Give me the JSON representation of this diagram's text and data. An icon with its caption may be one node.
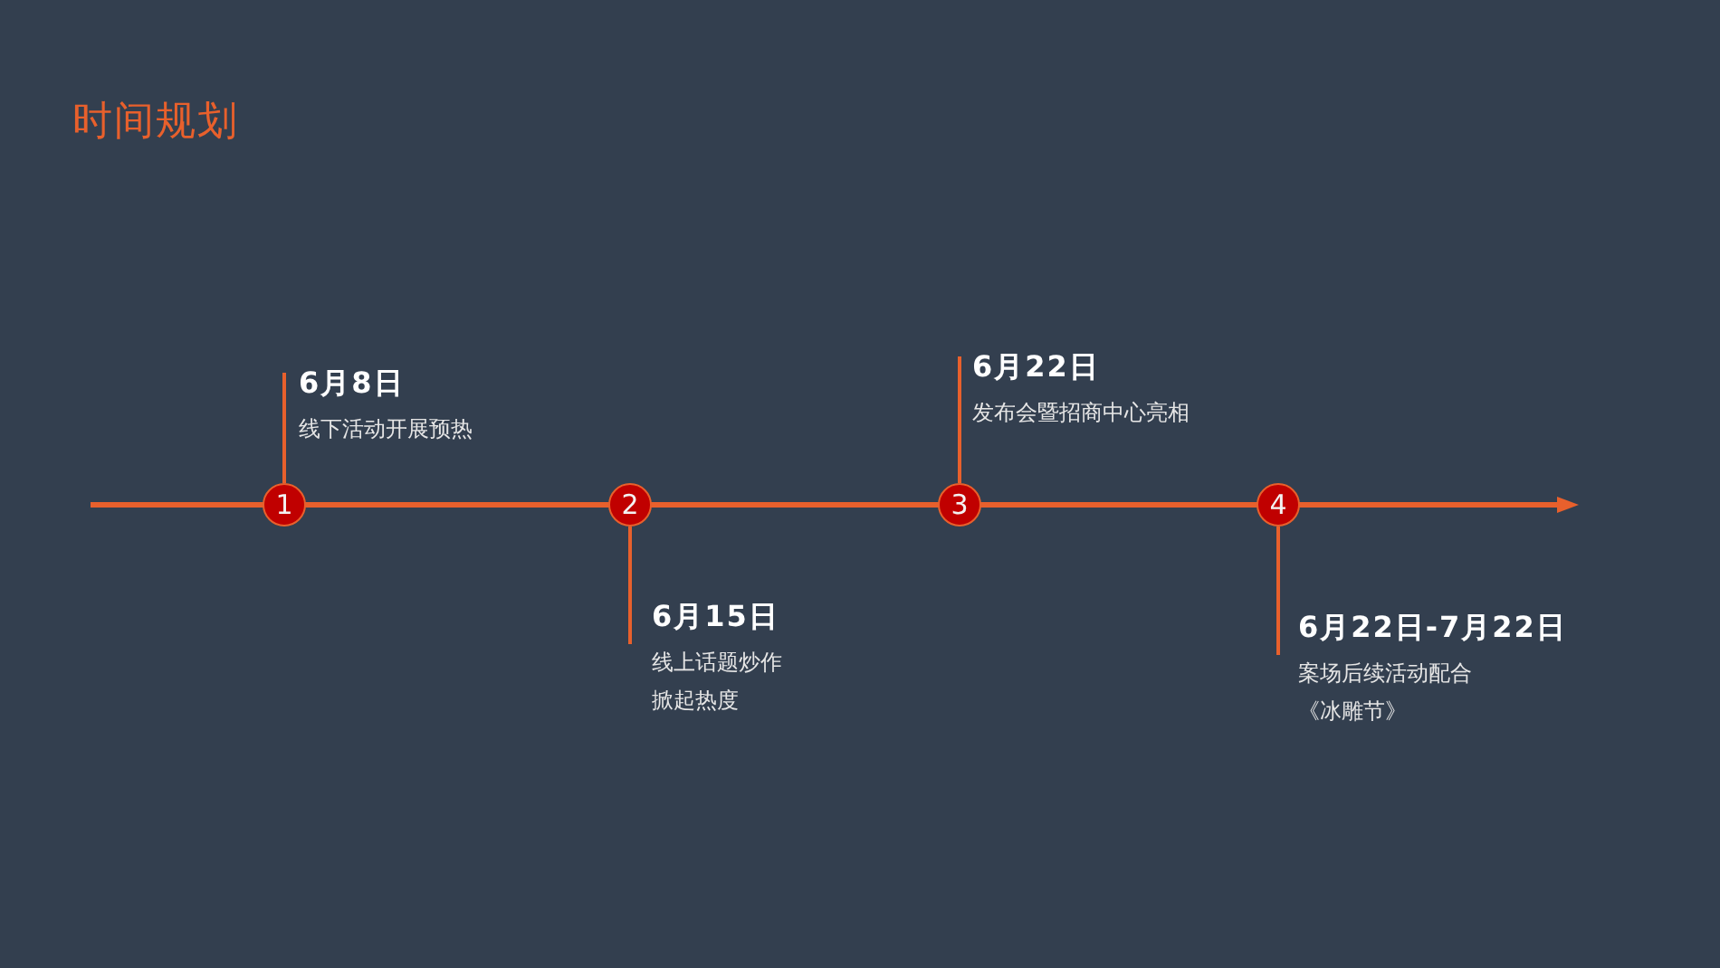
{
  "diagram": {
    "title": "时间规划",
    "nodes": [
      {
        "text": [
          "1"
        ]
      },
      {
        "text": [
          "6月8日",
          "线下活动开展预热"
        ]
      },
      {
        "text": [
          "2"
        ]
      },
      {
        "text": [
          "6月15日",
          "线上话题炒作掀起热度"
        ]
      },
      {
        "text": [
          "3"
        ]
      },
      {
        "text": [
          "6月22日",
          "发布会暨招商中心亮相"
        ]
      },
      {
        "text": [
          "4"
        ]
      },
      {
        "text": [
          "6月22日-7月22日",
          "案场后续活动配合《冰雕节》"
        ]
      }
    ],
    "edges": [
      {
        "from": 0,
        "to": 1,
        "arrow": "none"
      },
      {
        "from": 2,
        "to": 3,
        "arrow": "none"
      },
      {
        "from": 4,
        "to": 5,
        "arrow": "none"
      },
      {
        "from": 6,
        "to": 7,
        "arrow": "none"
      }
    ]
  }
}
